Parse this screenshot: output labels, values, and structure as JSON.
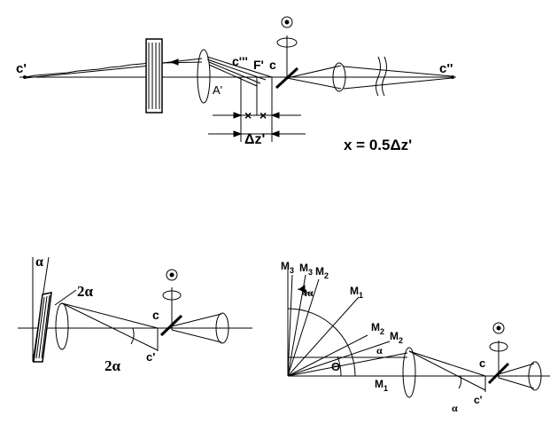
{
  "diagram_top": {
    "label_c_prime": "c'",
    "label_c_dprime": "c''",
    "label_c_tprime": "c'''",
    "label_F_prime": "F'",
    "label_c": "c",
    "label_A_prime": "A'",
    "label_x_left": "×",
    "label_x_right": "×",
    "label_delta_z": "Δz'",
    "formula": "x = 0.5Δz'"
  },
  "diagram_bottom_left": {
    "label_alpha": "α",
    "label_2alpha_top": "2α",
    "label_2alpha_bottom": "2α",
    "label_c": "c",
    "label_c_prime": "c'"
  },
  "diagram_bottom_right": {
    "label_M3_prime": "M",
    "label_M3_prime_sub": "3",
    "label_M3_dprime": "M",
    "label_M3_dprime_sub": "3",
    "label_M2_dprime": "M",
    "label_M2_dprime_sub": "2",
    "label_4alpha": "4α",
    "label_M1_prime": "M",
    "label_M1_prime_sub": "1",
    "label_M2": "M",
    "label_M2_sub": "2",
    "label_M2_star": "M",
    "label_M2_star_sub": "2",
    "label_alpha_upper": "α",
    "label_theta": "Θ",
    "label_M1": "M",
    "label_M1_sub": "1",
    "label_c": "c",
    "label_c_prime": "c'",
    "label_alpha_lower": "α"
  }
}
